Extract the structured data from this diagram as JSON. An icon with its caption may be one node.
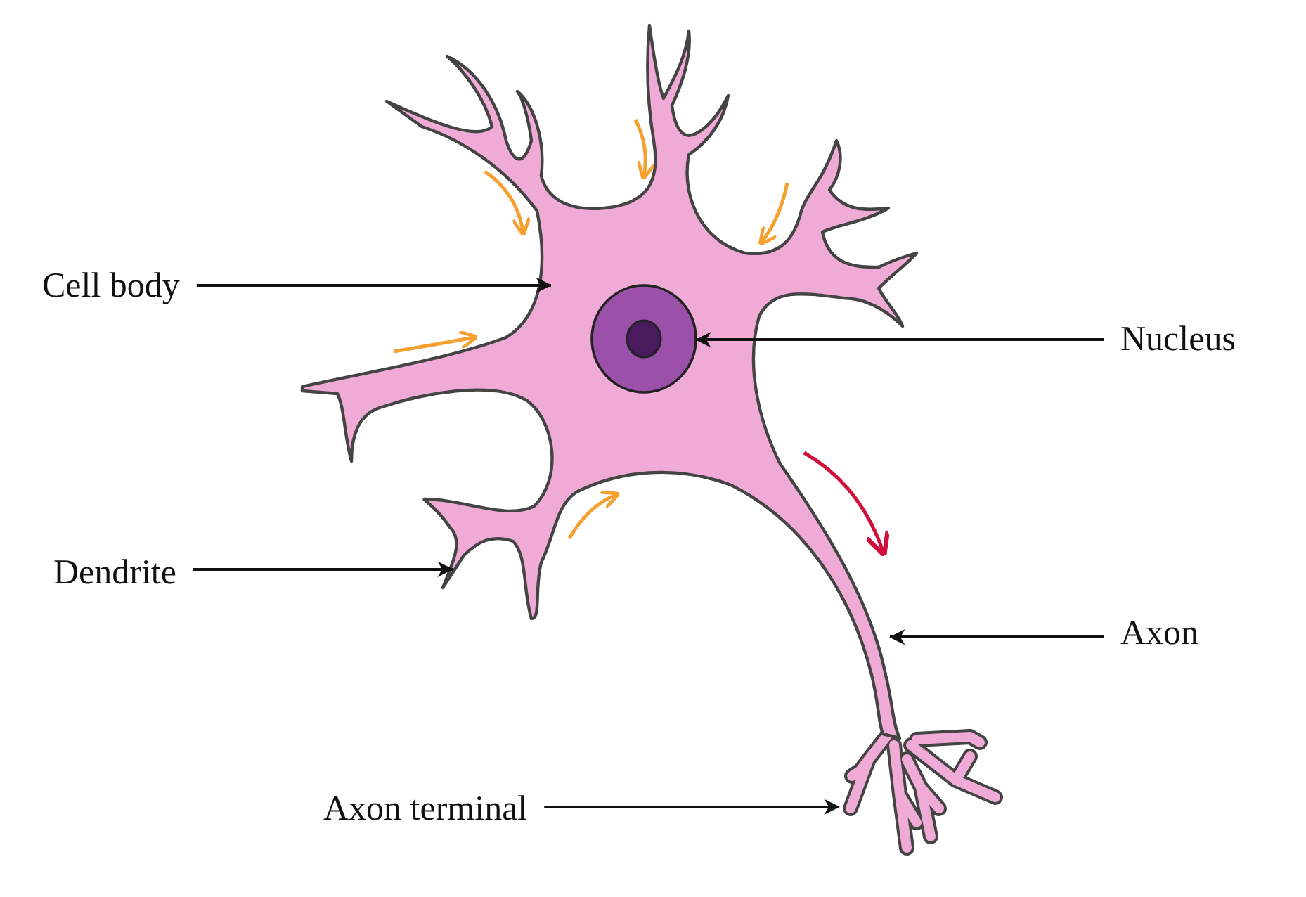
{
  "diagram": {
    "nodes": [
      {
        "text": [
          "Cell body"
        ]
      },
      {
        "text": [
          "Nucleus"
        ]
      },
      {
        "text": [
          "Dendrite"
        ]
      },
      {
        "text": [
          "Axon"
        ]
      },
      {
        "text": [
          "Axon terminal"
        ]
      },
      {
        "text": [],
        "shape": "circle"
      }
    ],
    "edges": [
      {
        "from": 0,
        "to": null,
        "arrow": "to"
      },
      {
        "from": 1,
        "to": 5,
        "arrow": "to"
      },
      {
        "from": 2,
        "to": null,
        "arrow": "to"
      },
      {
        "from": 3,
        "to": null,
        "arrow": "to"
      },
      {
        "from": 4,
        "to": null,
        "arrow": "to"
      }
    ]
  }
}
